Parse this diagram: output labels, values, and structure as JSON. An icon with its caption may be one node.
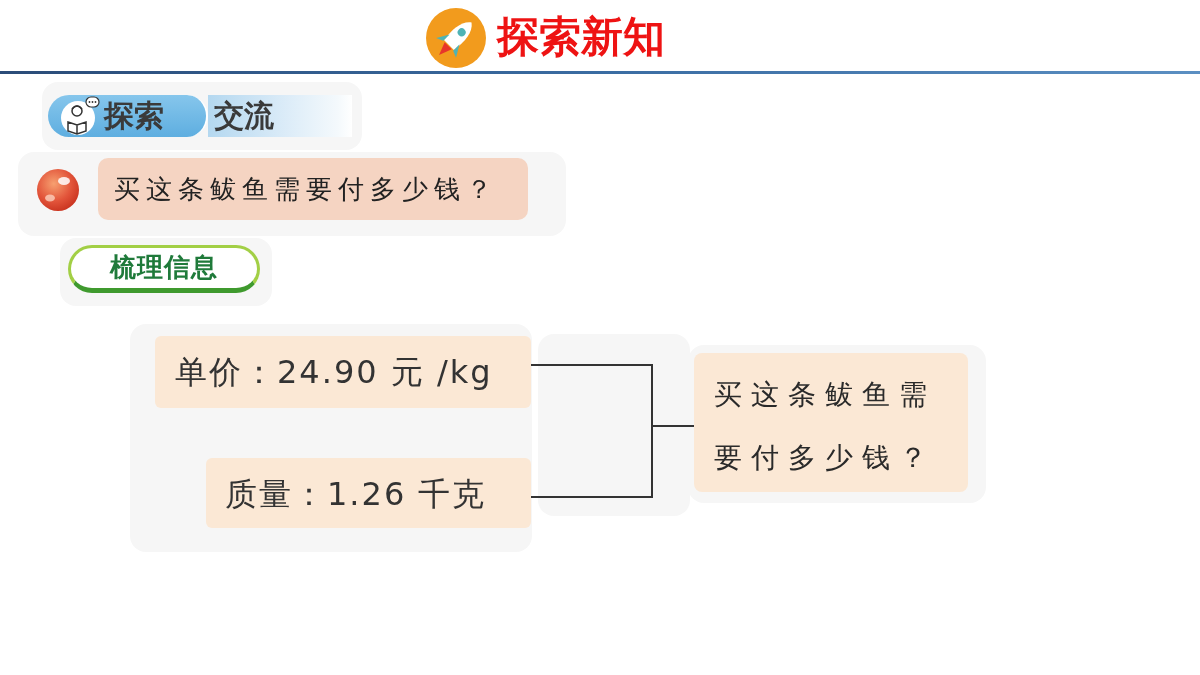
{
  "diagram": {
    "title": "探索新知",
    "nodes": [
      {
        "text": [
          "探索"
        ]
      },
      {
        "text": [
          "交流"
        ]
      },
      {
        "text": [
          "买这条鲅鱼需要付多少钱？"
        ]
      },
      {
        "text": [
          "梳理信息"
        ]
      },
      {
        "text": [
          "单价：24.90 元 /kg"
        ]
      },
      {
        "text": [
          "质量：1.26 千克"
        ]
      },
      {
        "text": [
          "买这条鲅鱼需要付多少钱？"
        ]
      }
    ],
    "edges": [
      {
        "from": 4,
        "to": 6,
        "arrow": "none"
      },
      {
        "from": 5,
        "to": 6,
        "arrow": "none"
      }
    ]
  }
}
